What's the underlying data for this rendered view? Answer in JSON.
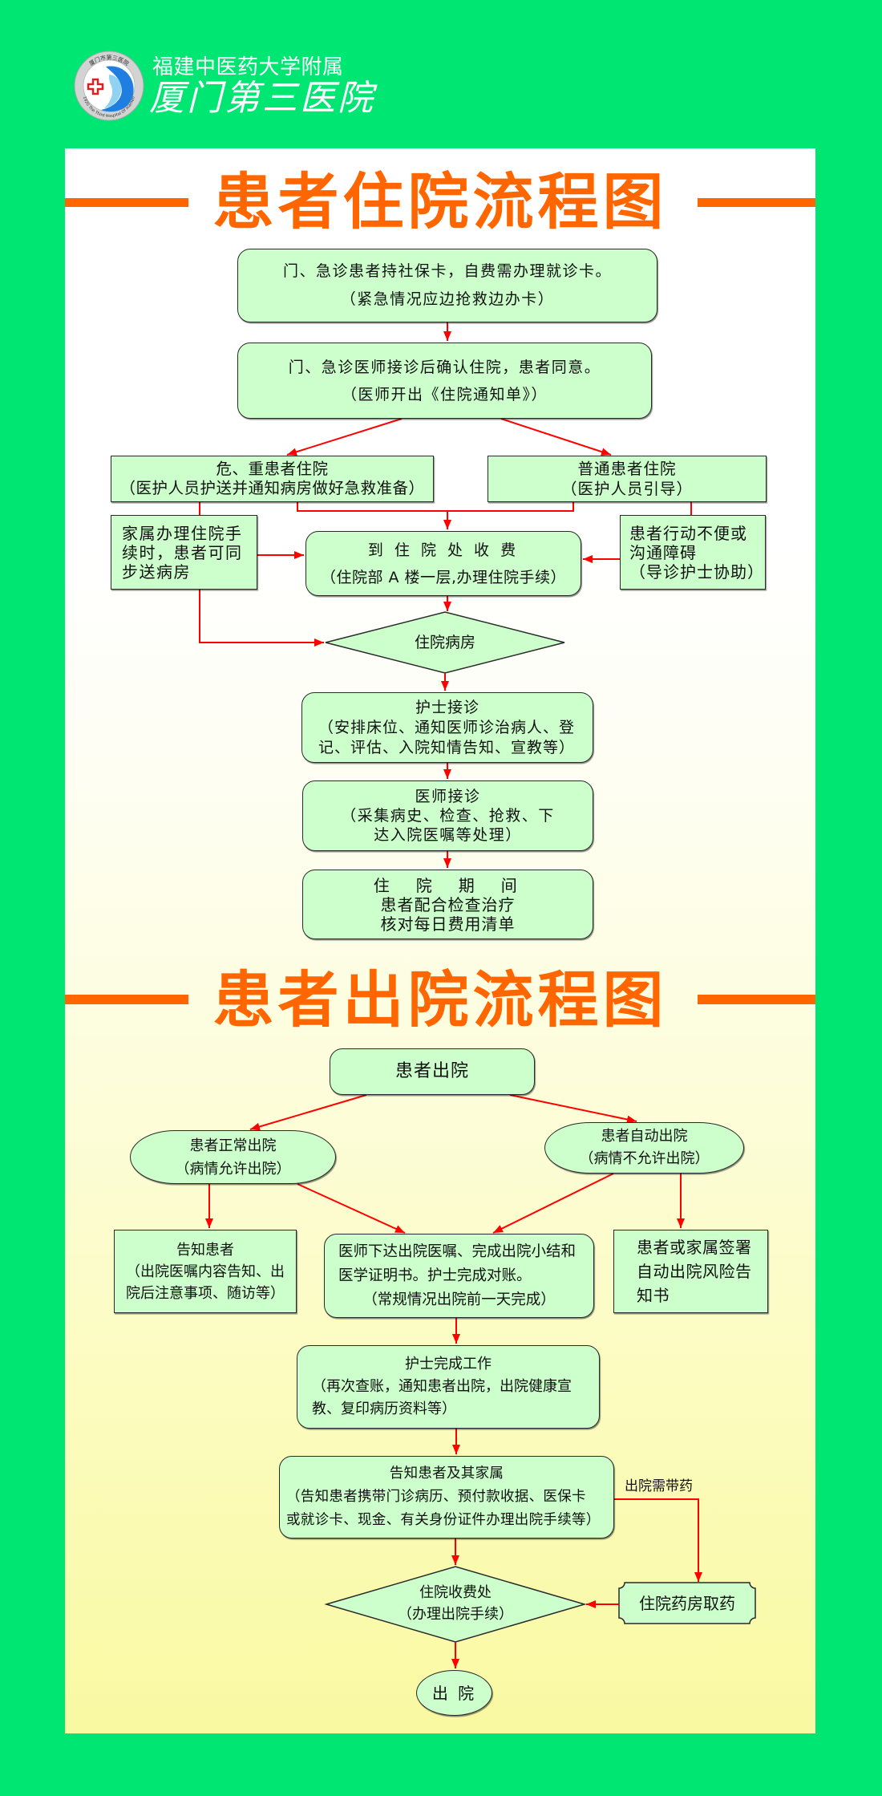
{
  "header": {
    "logo": {
      "icon": "hospital-logo-icon",
      "ring_top_text": "厦门市第三医院",
      "ring_bottom_text": "1920 The Third Hospital Of Xiamen"
    },
    "affiliation": "福建中医药大学附属",
    "hospital_name": "厦门第三医院"
  },
  "theme": {
    "page_background": "#00e673",
    "title_color": "#ff6600",
    "node_fill": "#ccffcc",
    "connector_color": "#ff0000"
  },
  "admission": {
    "title": "患者住院流程图",
    "nodes": {
      "card": [
        "门、急诊患者持社保卡，自费需办理就诊卡。",
        "（紧急情况应边抢救边办卡）"
      ],
      "confirm": [
        "门、急诊医师接诊后确认住院，患者同意。",
        "（医师开出《住院通知单》）"
      ],
      "critical": [
        "危、重患者住院",
        "（医护人员护送并通知病房做好急救准备）"
      ],
      "ordinary": [
        "普通患者住院",
        "（医护人员引导）"
      ],
      "family": [
        "家属办理住院手",
        "续时，患者可同",
        "步送病房"
      ],
      "cashier": [
        "到 住 院 处 收 费",
        "（住院部 A 楼一层,办理住院手续）"
      ],
      "mobility": [
        "患者行动不便或",
        "沟通障碍",
        "（导诊护士协助）"
      ],
      "ward": [
        "住院病房"
      ],
      "nurse": [
        "护士接诊",
        "（安排床位、通知医师诊治病人、登",
        "记、评估、入院知情告知、宣教等）"
      ],
      "doctor": [
        "医师接诊",
        "（采集病史、检查、抢救、下",
        "达入院医嘱等处理）"
      ],
      "stay": [
        "住　院　期　间",
        "患者配合检查治疗",
        "核对每日费用清单"
      ]
    }
  },
  "discharge": {
    "title": "患者出院流程图",
    "nodes": {
      "start": [
        "患者出院"
      ],
      "normal": [
        "患者正常出院",
        "（病情允许出院）"
      ],
      "self": [
        "患者自动出院",
        "（病情不允许出院）"
      ],
      "inform_patient": [
        "告知患者",
        "（出院医嘱内容告知、出",
        "院后注意事项、随访等）"
      ],
      "doctor_orders": [
        "医师下达出院医嘱、完成出院小结和",
        "医学证明书。护士完成对账。",
        "（常规情况出院前一天完成）"
      ],
      "sign_risk": [
        "患者或家属签署",
        "自动出院风险告",
        "知书"
      ],
      "nurse_work": [
        "护士完成工作",
        "（再次查账，通知患者出院，出院健康宣",
        "教、复印病历资料等）"
      ],
      "inform_family": [
        "告知患者及其家属",
        "（告知患者携带门诊病历、预付款收据、医保卡",
        "或就诊卡、现金、有关身份证件办理出院手续等）"
      ],
      "cashier": [
        "住院收费处",
        "（办理出院手续）"
      ],
      "pharmacy": [
        "住院药房取药"
      ],
      "exit": [
        "出 院"
      ]
    },
    "edge_labels": {
      "medication": "出院需带药"
    }
  }
}
